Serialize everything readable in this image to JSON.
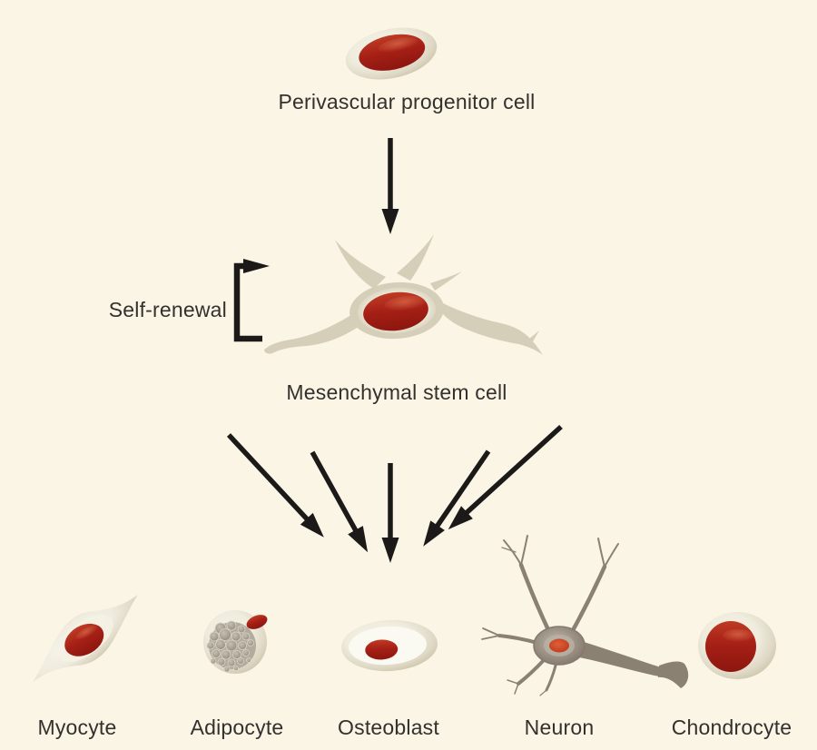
{
  "figure": {
    "background_color": "#FBF5E6",
    "text_color": "#33312E",
    "arrow_color": "#1B1A18",
    "cell_membrane_color": "#D5CFB9",
    "nucleus_red_color": "#A62016",
    "neuron_body_color": "#9C9284"
  },
  "nodes": {
    "progenitor_label": "Perivascular progenitor cell",
    "self_renewal_label": "Self-renewal",
    "stem_cell_label": "Mesenchymal stem cell"
  },
  "lineages": [
    {
      "label": "Myocyte"
    },
    {
      "label": "Adipocyte"
    },
    {
      "label": "Osteoblast"
    },
    {
      "label": "Neuron"
    },
    {
      "label": "Chondrocyte"
    }
  ],
  "icons": {
    "progenitor": "oval-cell-icon",
    "stem_cell": "star-shaped-cell-icon",
    "myocyte": "spindle-cell-icon",
    "adipocyte": "lipid-droplet-cell-icon",
    "osteoblast": "flat-oval-cell-icon",
    "neuron": "branched-neuron-icon",
    "chondrocyte": "round-cell-icon",
    "self_renewal": "loop-arrow-icon",
    "differentiation": "down-arrow-icon"
  }
}
